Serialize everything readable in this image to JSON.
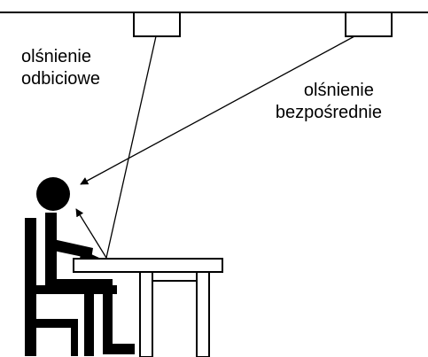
{
  "diagram": {
    "labels": {
      "reflected_glare": [
        "olśnienie",
        "odbiciowe"
      ],
      "direct_glare": [
        "olśnienie",
        "bezpośrednie"
      ]
    },
    "colors": {
      "ink": "#000000",
      "background": "#ffffff"
    }
  }
}
